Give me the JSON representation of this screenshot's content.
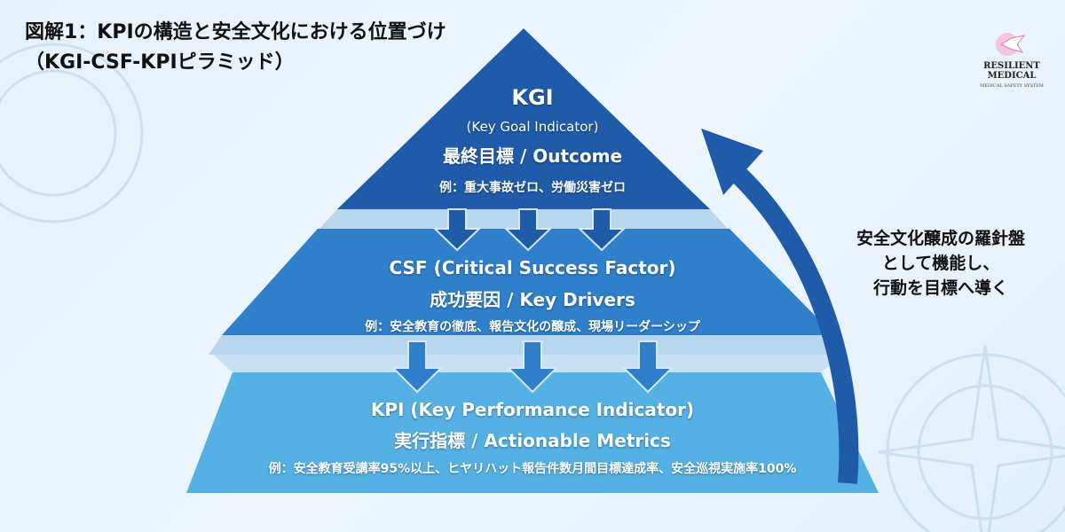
{
  "title": {
    "line1": "図解1：KPIの構造と安全文化における位置づけ",
    "line2": "（KGI-CSF-KPIピラミッド）"
  },
  "logo": {
    "name": "RESILIENT MEDICAL",
    "tagline": "MEDICAL SAFETY SYSTEM"
  },
  "kgi": {
    "abbr": "KGI",
    "full": "(Key Goal Indicator)",
    "label": "最終目標 / Outcome",
    "example": "例：重大事故ゼロ、労働災害ゼロ"
  },
  "csf": {
    "heading": "CSF (Critical Success Factor)",
    "label": "成功要因 / Key Drivers",
    "example": "例：安全教育の徹底、報告文化の醸成、現場リーダーシップ"
  },
  "kpi": {
    "heading": "KPI (Key Performance Indicator)",
    "label": "実行指標 / Actionable Metrics",
    "example": "例：安全教育受講率95%以上、ヒヤリハット報告件数月間目標達成率、安全巡視実施率100%"
  },
  "side_note": {
    "line1": "安全文化醸成の羅針盤",
    "line2": "として機能し、",
    "line3": "行動を目標へ導く"
  },
  "colors": {
    "kgi": "#1f5ba8",
    "csf": "#2f7fcb",
    "kpi": "#55b0e4",
    "band": "#b9d6ef"
  }
}
